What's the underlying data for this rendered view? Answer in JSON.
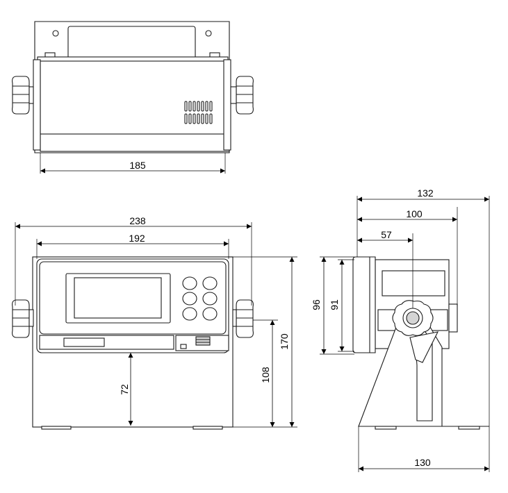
{
  "dimensions": {
    "top_width": "185",
    "front_overall_width": "238",
    "front_inner_width": "192",
    "front_lower_height": "72",
    "front_knob_height": "108",
    "front_total_height": "170",
    "side_depth_overall": "132",
    "side_depth_100": "100",
    "side_depth_57": "57",
    "side_face_height_96": "96",
    "side_face_height_91": "91",
    "side_base_depth": "130"
  }
}
